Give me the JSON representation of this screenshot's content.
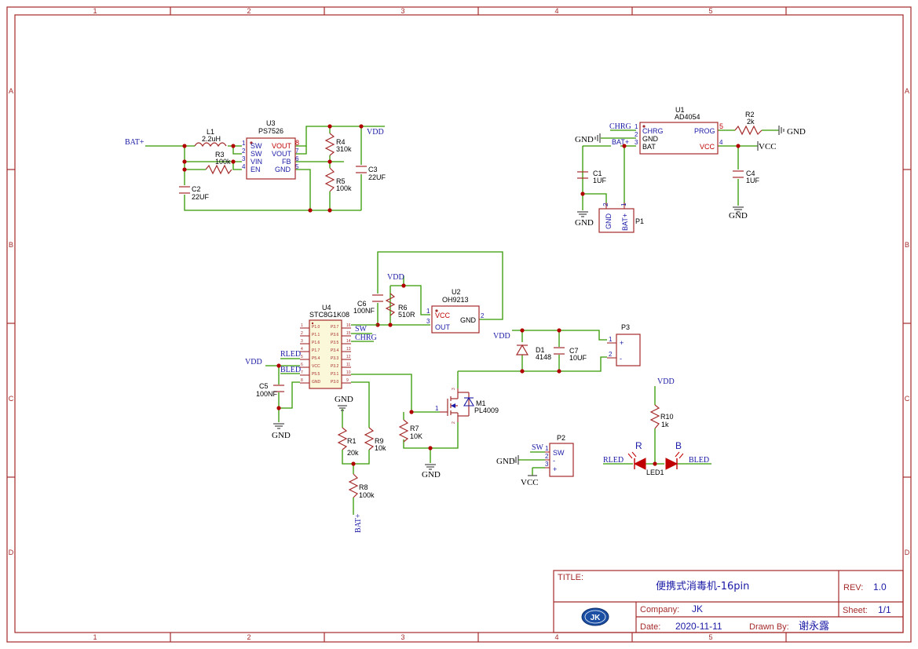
{
  "grid": {
    "columns": [
      "1",
      "2",
      "3",
      "4",
      "5"
    ],
    "rows": [
      "A",
      "B",
      "C",
      "D"
    ]
  },
  "title_block": {
    "title_label": "TITLE:",
    "title": "便携式消毒机-16pin",
    "rev_label": "REV:",
    "rev": "1.0",
    "company_label": "Company:",
    "company": "JK",
    "sheet_label": "Sheet:",
    "sheet": "1/1",
    "date_label": "Date:",
    "date": "2020-11-11",
    "drawn_label": "Drawn By:",
    "drawn_by": "谢永露",
    "logo_text": "JK"
  },
  "components": {
    "U3": {
      "ref": "U3",
      "value": "PS7526",
      "pins": [
        "SW",
        "SW",
        "VIN",
        "EN",
        "VOUT",
        "VOUT",
        "FB",
        "GND"
      ],
      "pin_numbers": [
        "1",
        "2",
        "3",
        "4",
        "8",
        "7",
        "6",
        "5"
      ]
    },
    "L1": {
      "ref": "L1",
      "value": "2.2uH"
    },
    "R3": {
      "ref": "R3",
      "value": "100k"
    },
    "C2": {
      "ref": "C2",
      "value": "22UF"
    },
    "R4": {
      "ref": "R4",
      "value": "310k"
    },
    "R5": {
      "ref": "R5",
      "value": "100k"
    },
    "C3": {
      "ref": "C3",
      "value": "22UF"
    },
    "U1": {
      "ref": "U1",
      "value": "AD4054",
      "pins": [
        "CHRG",
        "GND",
        "BAT",
        "PROG",
        "VCC"
      ],
      "pin_numbers": [
        "1",
        "2",
        "3",
        "5",
        "4"
      ]
    },
    "R2": {
      "ref": "R2",
      "value": "2k"
    },
    "C1": {
      "ref": "C1",
      "value": "1UF"
    },
    "C4": {
      "ref": "C4",
      "value": "1UF"
    },
    "P1": {
      "ref": "P1",
      "pins": [
        "GND",
        "BAT+"
      ],
      "pin_numbers": [
        "2",
        "1"
      ]
    },
    "U2": {
      "ref": "U2",
      "value": "OH9213",
      "pins": [
        "VCC",
        "OUT",
        "GND"
      ],
      "pin_numbers": [
        "1",
        "3",
        "2"
      ]
    },
    "R6": {
      "ref": "R6",
      "value": "510R"
    },
    "C6": {
      "ref": "C6",
      "value": "100NF"
    },
    "U4": {
      "ref": "U4",
      "value": "STC8G1K08",
      "left_pins": [
        "P1.0",
        "P1.1",
        "P1.6",
        "P1.7",
        "P5.4",
        "VCC",
        "P5.5",
        "GND"
      ],
      "left_numbers": [
        "1",
        "2",
        "3",
        "4",
        "5",
        "6",
        "7",
        "8"
      ],
      "right_pins": [
        "P3.7",
        "P3.6",
        "P3.5",
        "P3.4",
        "P3.3",
        "P3.2",
        "P3.1",
        "P3.0"
      ],
      "right_numbers": [
        "16",
        "15",
        "14",
        "13",
        "12",
        "11",
        "10",
        "9"
      ]
    },
    "C5": {
      "ref": "C5",
      "value": "100NF"
    },
    "D1": {
      "ref": "D1",
      "value": "4148"
    },
    "C7": {
      "ref": "C7",
      "value": "10UF"
    },
    "P3": {
      "ref": "P3",
      "pins": [
        "+",
        "-"
      ],
      "pin_numbers": [
        "1",
        "2"
      ]
    },
    "M1": {
      "ref": "M1",
      "value": "PL4009",
      "pin_numbers": [
        "1",
        "2",
        "3"
      ]
    },
    "R7": {
      "ref": "R7",
      "value": "10K"
    },
    "R1": {
      "ref": "R1",
      "value": "20k"
    },
    "R9": {
      "ref": "R9",
      "value": "10k"
    },
    "R8": {
      "ref": "R8",
      "value": "100k"
    },
    "P2": {
      "ref": "P2",
      "pins": [
        "SW",
        "-",
        "+"
      ],
      "pin_numbers": [
        "1",
        "2",
        "3"
      ]
    },
    "R10": {
      "ref": "R10",
      "value": "1k"
    },
    "LED1": {
      "ref": "LED1",
      "left": "R",
      "right": "B"
    }
  },
  "nets": {
    "bat_plus": "BAT+",
    "vdd": "VDD",
    "gnd": "GND",
    "vcc": "VCC",
    "chrg": "CHRG",
    "sw": "SW",
    "rled": "RLED",
    "bled": "BLED"
  }
}
